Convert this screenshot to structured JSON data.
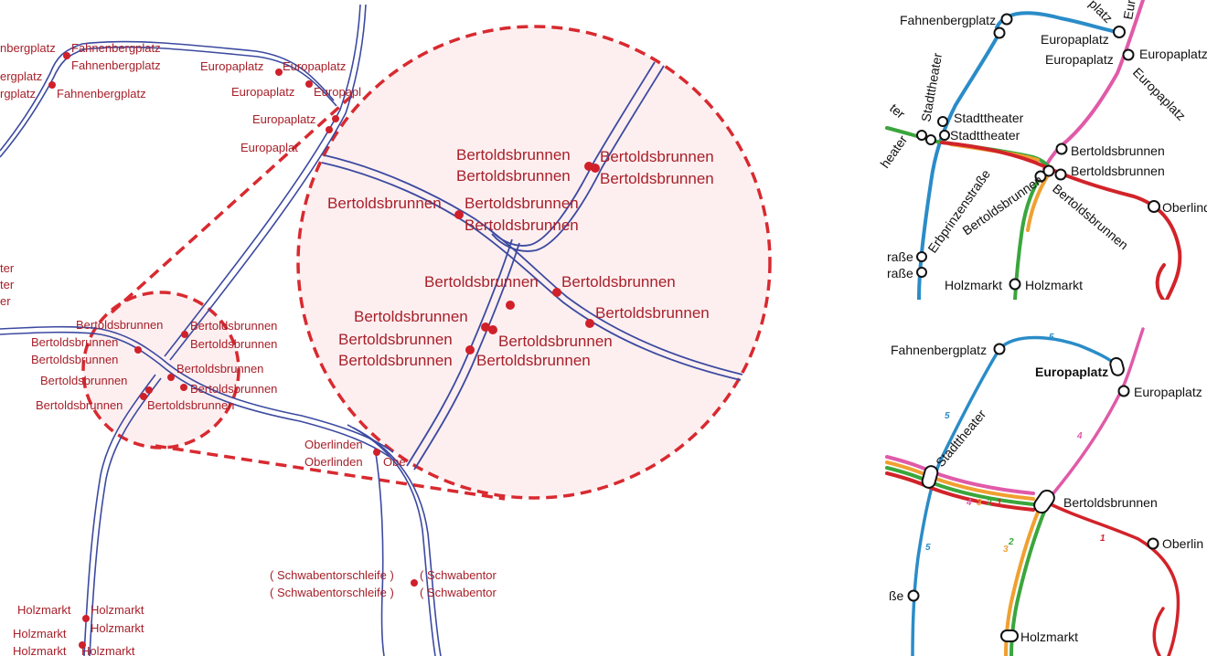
{
  "colors": {
    "route": "#3c4aa0",
    "station": "#d0202a",
    "label": "#a8202a",
    "zoom": "#d82a30",
    "zoom_fill": "#fdeff0",
    "line1": "#d2232a",
    "line2": "#3aa63c",
    "line3": "#f0a030",
    "line4": "#e05aa8",
    "line5": "#2a8cc8"
  },
  "left_map": {
    "labels": {
      "fahnen_a": "nbergplatz",
      "fahnen_b": "Fahnenbergplatz",
      "fahnen_c": "Fahnenbergplatz",
      "fahnen_d": "ergplatz",
      "fahnen_e": "rgplatz",
      "fahnen_f": "Fahnenbergplatz",
      "euro_a": "Europaplatz",
      "euro_b": "Europaplatz",
      "euro_c": "Europaplatz",
      "euro_d": "Europapl",
      "euro_e": "Europaplatz",
      "euro_f": "Europaplat",
      "ter_a": "ter",
      "ter_b": "ter",
      "ter_c": "er",
      "bert_1": "Bertoldsbrunnen",
      "bert_2": "Bertoldsbrunnen",
      "bert_3": "Bertoldsbrunnen",
      "bert_4": "Bertoldsbrunnen",
      "bert_5": "Bertoldsbrunnen",
      "bert_6": "Bertoldsbrunnen",
      "bert_7": "Bertoldsbrunnen",
      "bert_8": "Bertoldsbrunnen",
      "bert_9": "Bertoldsbrunnen",
      "bert_10": "Bertoldsbrunnen",
      "ober_a": "Oberlinden",
      "ober_b": "Oberlinden",
      "ober_c": "Obe",
      "schwab_a": "( Schwabentorschleife )",
      "schwab_b": "( Schwabentorschleife )",
      "schwab_c": "( Schwabentor",
      "schwab_d": "( Schwabentor",
      "holz_a": "Holzmarkt",
      "holz_b": "Holzmarkt",
      "holz_c": "Holzmarkt",
      "holz_d": "Holzmarkt",
      "holz_e": "Holzmarkt",
      "holz_f": "Holzmarkt"
    }
  },
  "zoom_view": {
    "labels": [
      "Bertoldsbrunnen",
      "Bertoldsbrunnen",
      "Bertoldsbrunnen",
      "Bertoldsbrunnen",
      "Bertoldsbrunnen",
      "Bertoldsbrunnen",
      "Bertoldsbrunnen",
      "Bertoldsbrunnen",
      "Bertoldsbrunnen",
      "Bertoldsbrunnen",
      "Bertoldsbrunnen",
      "Bertoldsbrunnen",
      "Bertoldsbrunnen"
    ]
  },
  "top_right_map": {
    "labels": {
      "fahnen": "Fahnenbergplatz",
      "euro_1": "Europaplatz",
      "euro_2": "Europaplatz",
      "euro_3": "Europaplatz",
      "euro_rot": "Europaplatz",
      "euro_topA": "platz",
      "euro_topB": "Euro",
      "stadt_rot": "Stadttheater",
      "stadt_1": "Stadttheater",
      "stadt_2": "Stadttheater",
      "stadt_left1": "ter",
      "stadt_left2": "heater",
      "bert_1": "Bertoldsbrunnen",
      "bert_2": "Bertoldsbrunnen",
      "bert_rot1": "Bertoldsbrunnen",
      "bert_rot2": "Bertoldsbrunnen",
      "erb": "Erbprinzenstraße",
      "ober": "Oberlinde",
      "strasse_1": "raße",
      "strasse_2": "raße",
      "holz_1": "Holzmarkt",
      "holz_2": "Holzmarkt"
    }
  },
  "bottom_right_map": {
    "labels": {
      "fahnen": "Fahnenbergplatz",
      "euro_bold": "Europaplatz",
      "euro": "Europaplatz",
      "stadt": "Stadttheater",
      "bert": "Bertoldsbrunnen",
      "ober": "Oberlin",
      "strasse": "ße",
      "holz": "Holzmarkt"
    },
    "line_numbers": {
      "n5_top": "5",
      "n5_mid": "5",
      "n5_low": "5",
      "n4": "4",
      "n1": "1",
      "g4": "4",
      "g3": "3",
      "g2": "2",
      "g1": "1",
      "v3": "3",
      "v2": "2"
    }
  }
}
